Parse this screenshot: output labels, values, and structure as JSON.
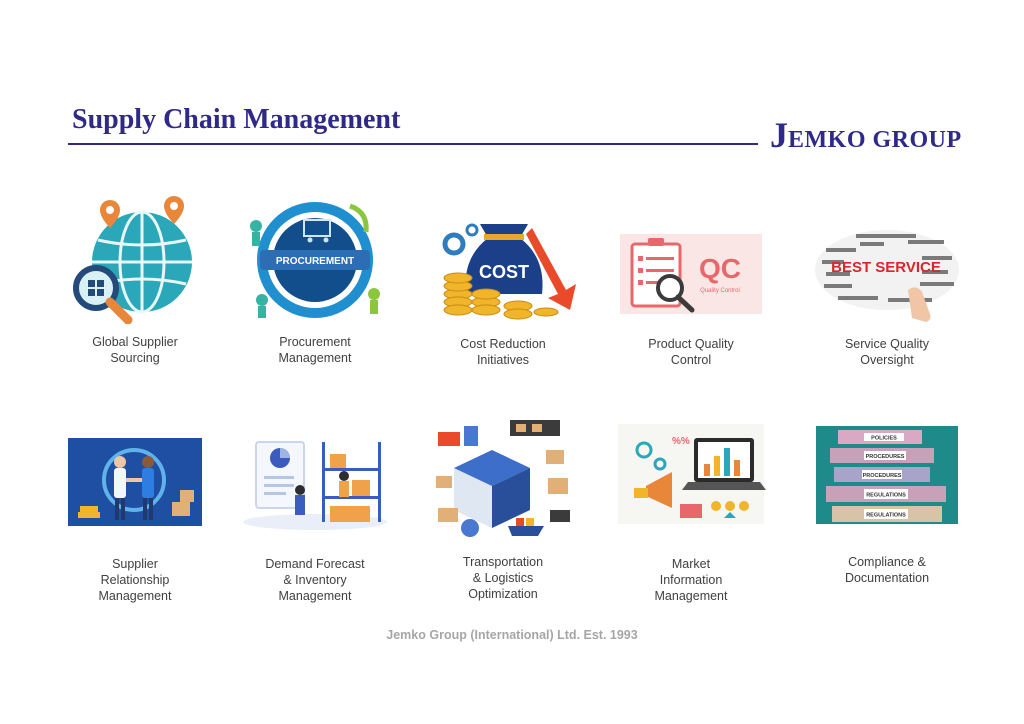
{
  "header": {
    "title": "Supply Chain Management",
    "brand_initial": "J",
    "brand_rest": "EMKO GROUP"
  },
  "services": [
    {
      "label": "Global Supplier\nSourcing",
      "icon": "globe-search-icon"
    },
    {
      "label": "Procurement\nManagement",
      "icon": "procurement-cycle-icon",
      "art_text": "PROCUREMENT"
    },
    {
      "label": "Cost Reduction\nInitiatives",
      "icon": "cost-bag-icon",
      "art_text": "COST"
    },
    {
      "label": "Product Quality\nControl",
      "icon": "quality-control-icon",
      "art_text": "QC",
      "art_subtext": "Quality Control"
    },
    {
      "label": "Service Quality\nOversight",
      "icon": "best-service-wordcloud-icon",
      "art_text": "BEST SERVICE"
    },
    {
      "label": "Supplier\nRelationship\nManagement",
      "icon": "handshake-icon"
    },
    {
      "label": "Demand Forecast\n& Inventory\nManagement",
      "icon": "warehouse-shelves-icon"
    },
    {
      "label": "Transportation\n& Logistics\nOptimization",
      "icon": "logistics-icon"
    },
    {
      "label": "Market\nInformation\nManagement",
      "icon": "laptop-megaphone-icon",
      "art_text": "%%"
    },
    {
      "label": "Compliance &\nDocumentation",
      "icon": "binders-icon",
      "binders": [
        "POLICIES",
        "PROCEDURES",
        "PROCEDURES",
        "REGULATIONS",
        "REGULATIONS"
      ]
    }
  ],
  "footer": "Jemko Group (International) Ltd. Est. 1993",
  "colors": {
    "brand": "#2f2a8a",
    "label": "#404040",
    "footer": "#a6a6a6"
  }
}
